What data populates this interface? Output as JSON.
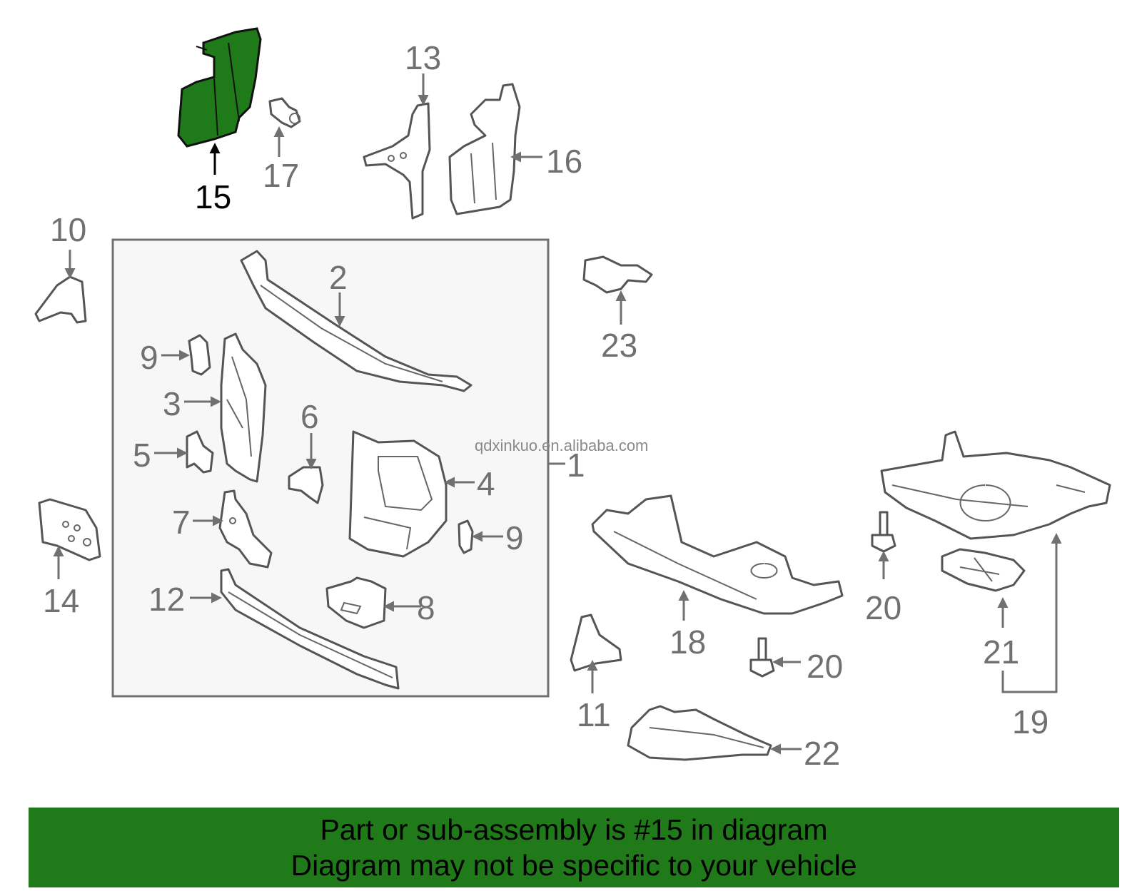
{
  "callouts": {
    "c1": "1",
    "c2": "2",
    "c3": "3",
    "c4": "4",
    "c5": "5",
    "c6": "6",
    "c7": "7",
    "c8": "8",
    "c9a": "9",
    "c9b": "9",
    "c10": "10",
    "c11": "11",
    "c12": "12",
    "c13": "13",
    "c14": "14",
    "c15": "15",
    "c16": "16",
    "c17": "17",
    "c18": "18",
    "c19": "19",
    "c20a": "20",
    "c20b": "20",
    "c21": "21",
    "c22": "22",
    "c23": "23"
  },
  "highlighted_part": "15",
  "colors": {
    "highlight": "#1f7a1a",
    "banner": "#207a1a",
    "callout": "#707070"
  },
  "watermark": "qdxinkuo.en.alibaba.com",
  "banner": {
    "line1": "Part or sub-assembly is #15 in diagram",
    "line2": "Diagram may not be specific to your vehicle"
  }
}
